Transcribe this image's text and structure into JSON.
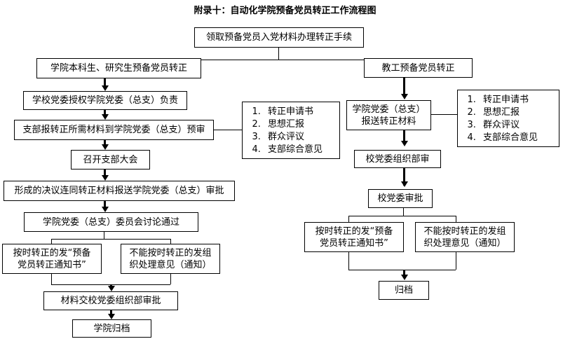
{
  "title": "附录十：自动化学院预备党员转正工作流程图",
  "nodes": {
    "start": "领取预备党员入党材料办理转正手续",
    "left_branch_head": "学院本科生、研究生预备党员转正",
    "left_1": "学校党委授权学院党委（总支）负责",
    "left_2": "支部报转正所需材料到学院党委（总支）预审",
    "left_3": "召开支部大会",
    "left_4": "形成的决议连同转正材料报送学院党委（总支）审批",
    "left_5": "学院党委（总支）委员会讨论通过",
    "left_6a": "按时转正的发“预备\n党员转正通知书”",
    "left_6b": "不能按时转正的发组\n织处理意见（通知）",
    "left_7": "材料交校党委组织部审批",
    "left_8": "学院归档",
    "right_branch_head": "教工预备党员转正",
    "right_1": "学院党委（总支）\n报送转正材料",
    "right_2": "校党委组织部审",
    "right_3": "校党委审批",
    "right_4a": "按时转正的发“预备\n党员转正通知书”",
    "right_4b": "不能按时转正的发组\n织处理意见（通知）",
    "right_5": "归档"
  },
  "materials_left": {
    "items": [
      "转正申请书",
      "思想汇报",
      "群众评议",
      "支部综合意见"
    ]
  },
  "materials_right": {
    "items": [
      "转正申请书",
      "思想汇报",
      "群众评议",
      "支部综合意见"
    ]
  },
  "colors": {
    "line": "#000000",
    "box_fill": "#ffffff",
    "text": "#000000"
  }
}
